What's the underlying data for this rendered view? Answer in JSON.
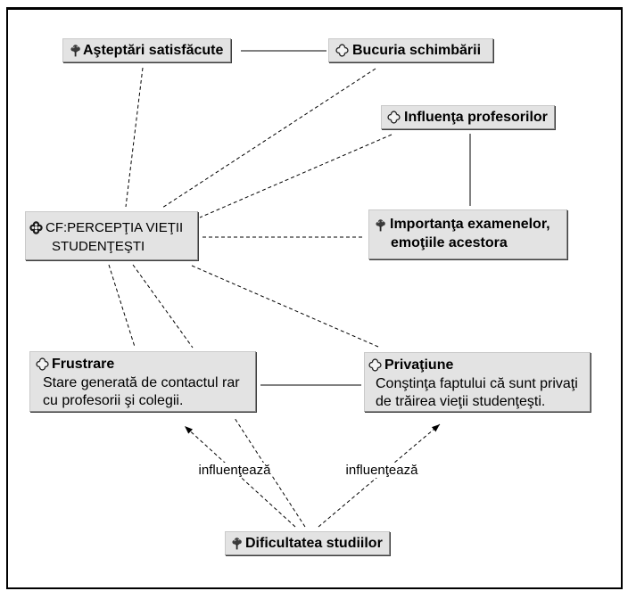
{
  "nodes": {
    "asteptari": {
      "icon": "tree-icon",
      "label": "Aşteptări satisfăcute"
    },
    "bucuria": {
      "icon": "quatrefoil-icon",
      "label": "Bucuria schimbării"
    },
    "influenta": {
      "icon": "quatrefoil-icon",
      "label": "Influenţa profesorilor"
    },
    "perceptia": {
      "icon": "code-family-icon",
      "label_lines": [
        "CF:PERCEPŢIA VIEŢII",
        "STUDENŢEŞTI"
      ]
    },
    "importanta": {
      "icon": "tree-icon",
      "label_lines": [
        "Importanţa examenelor,",
        "emoţiile acestora"
      ]
    },
    "frustrare": {
      "icon": "quatrefoil-icon",
      "title": "Frustrare",
      "comment_lines": [
        "Stare generată de contactul rar",
        "cu profesorii şi colegii."
      ]
    },
    "privatiune": {
      "icon": "quatrefoil-icon",
      "title": "Privaţiune",
      "comment_lines": [
        "Conştinţa faptului că sunt privaţi",
        "de trăirea vieţii studenţeşti."
      ]
    },
    "dificultatea": {
      "icon": "tree-icon",
      "label": "Dificultatea studiilor"
    }
  },
  "links": {
    "dificultatea_frustrare": {
      "label": "influenţează"
    },
    "dificultatea_privatiune": {
      "label": "influenţează"
    }
  },
  "colors": {
    "node_fill": "#e3e3e3",
    "line": "#000000",
    "background": "#ffffff"
  }
}
